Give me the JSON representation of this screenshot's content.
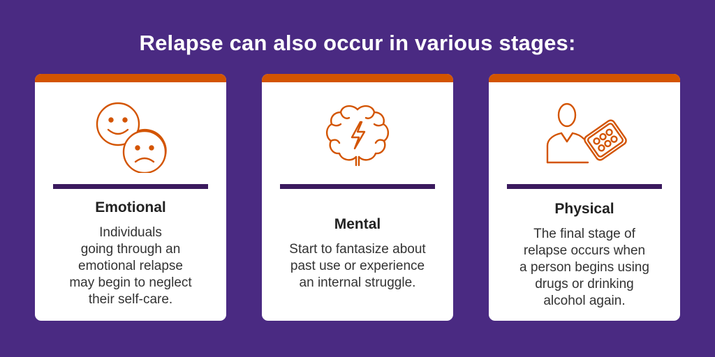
{
  "title": "Relapse can also occur in various stages:",
  "colors": {
    "background": "#4a2a82",
    "accent": "#d35400",
    "divider": "#3b1a5e",
    "card": "#ffffff"
  },
  "cards": [
    {
      "icon": "emotion-faces-icon",
      "title": "Emotional",
      "text": "Individuals\ngoing through an\nemotional relapse\nmay begin to neglect\ntheir self-care."
    },
    {
      "icon": "brain-lightning-icon",
      "title": "Mental",
      "text": "Start to fantasize about\npast use or experience\nan internal struggle."
    },
    {
      "icon": "person-pills-icon",
      "title": "Physical",
      "text": "The final stage of\nrelapse occurs when\na person begins using\ndrugs or drinking\nalcohol again."
    }
  ]
}
